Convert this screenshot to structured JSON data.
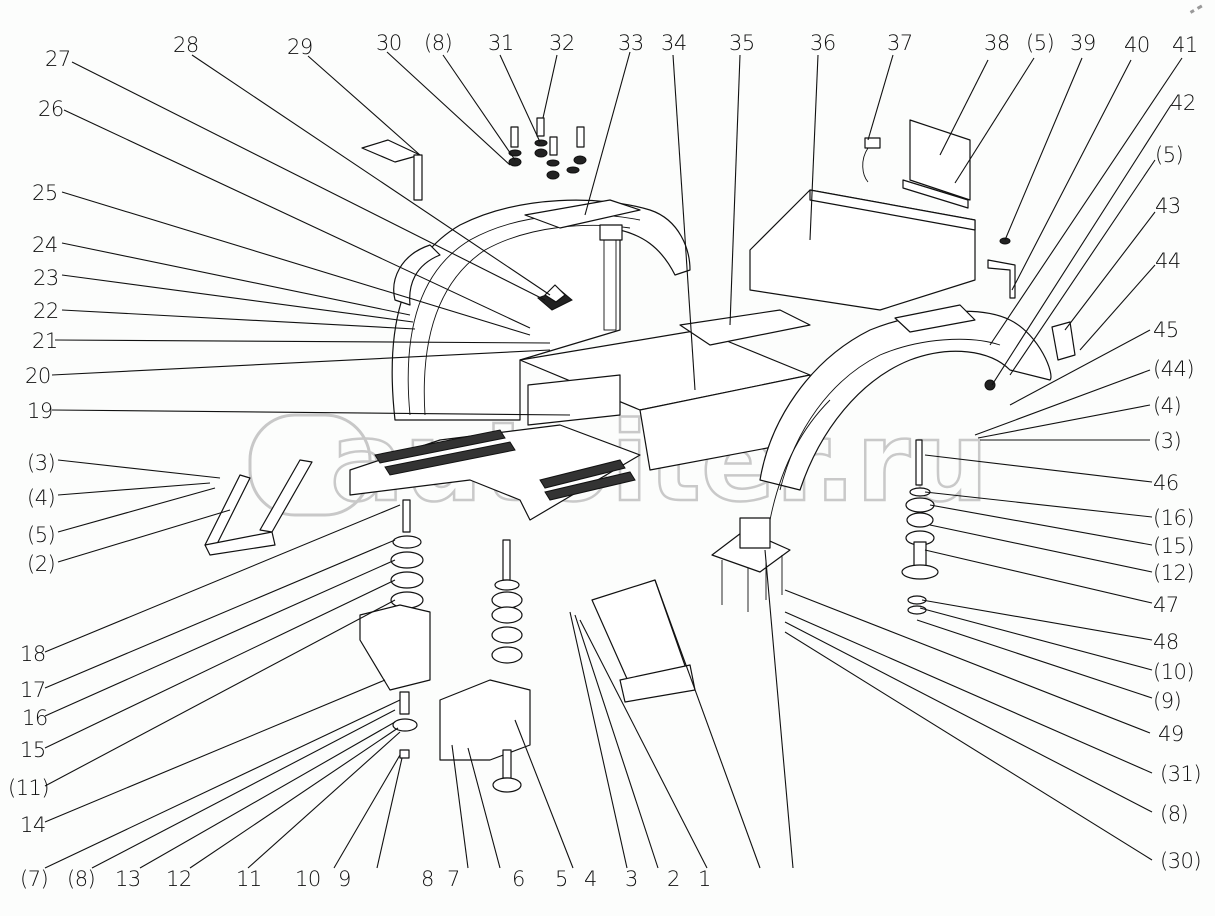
{
  "diagram": {
    "title": "Cab platform, fenders and mounting parts — exploded view",
    "watermark": "autoiter.ru",
    "callouts_top": [
      "27",
      "28",
      "29",
      "30",
      "(8)",
      "31",
      "32",
      "33",
      "34",
      "35",
      "36",
      "37",
      "38",
      "(5)",
      "39",
      "40",
      "41",
      "42"
    ],
    "callouts_left": [
      "26",
      "25",
      "24",
      "23",
      "22",
      "21",
      "20",
      "19",
      "(3)",
      "(4)",
      "(5)",
      "(2)",
      "18",
      "17",
      "16",
      "15",
      "(11)",
      "14"
    ],
    "callouts_right": [
      "(5)",
      "43",
      "44",
      "45",
      "(44)",
      "(4)",
      "(3)",
      "46",
      "(16)",
      "(15)",
      "(12)",
      "47",
      "48",
      "(10)",
      "(9)",
      "49",
      "(31)",
      "(8)",
      "(30)"
    ],
    "callouts_bottom": [
      "(7)",
      "(8)",
      "13",
      "12",
      "11",
      "10",
      "9",
      "8",
      "7",
      "6",
      "5",
      "4",
      "3",
      "2",
      "1"
    ]
  }
}
